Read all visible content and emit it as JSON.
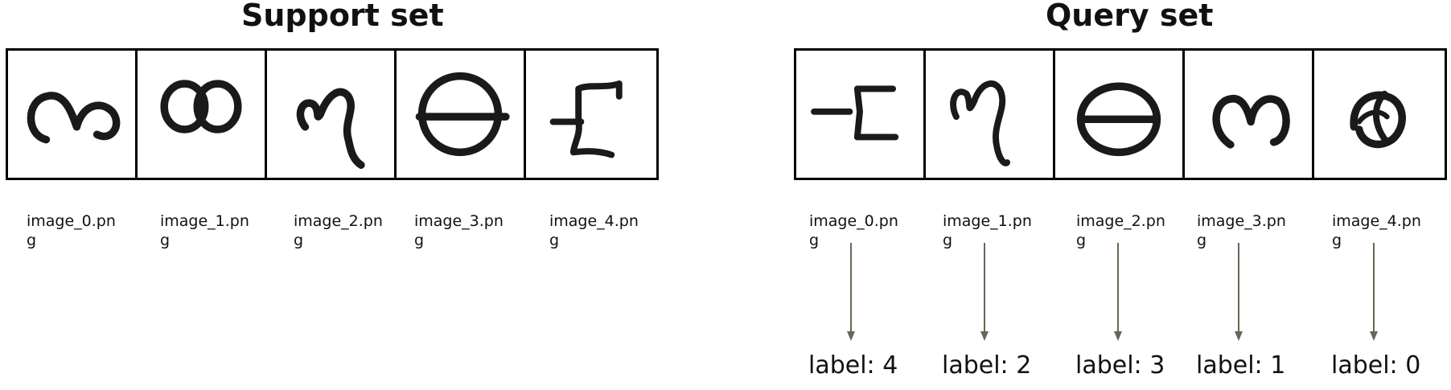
{
  "support": {
    "title": "Support set",
    "files": [
      "image_0.png",
      "image_1.png",
      "image_2.png",
      "image_3.png",
      "image_4.png"
    ],
    "glyphs": [
      "loop-bowl-glyph",
      "double-loop-glyph",
      "hook-tail-glyph",
      "barred-circle-glyph",
      "bracket-glyph"
    ]
  },
  "query": {
    "title": "Query set",
    "files": [
      "image_0.png",
      "image_1.png",
      "image_2.png",
      "image_3.png",
      "image_4.png"
    ],
    "glyphs": [
      "bracket-glyph",
      "hook-tail-glyph",
      "barred-circle-glyph",
      "loop-bowl-glyph",
      "looped-circle-glyph"
    ],
    "labels": [
      "label: 4",
      "label: 2",
      "label: 3",
      "label: 1",
      "label: 0"
    ]
  },
  "colors": {
    "arrow": "#6b6555",
    "border": "#000000"
  }
}
